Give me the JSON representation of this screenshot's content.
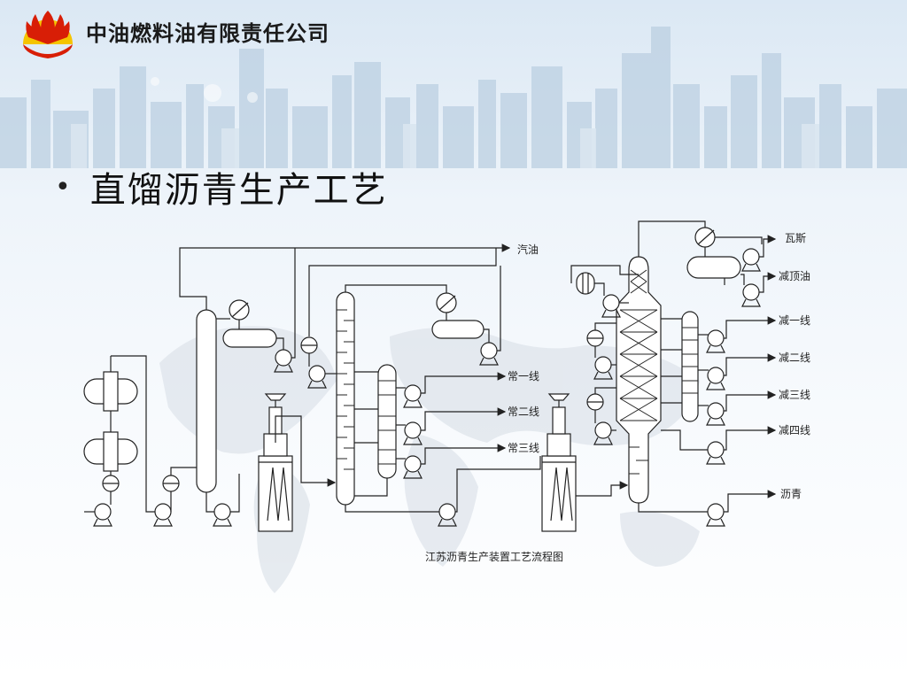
{
  "header": {
    "company_name": "中油燃料油有限责任公司",
    "logo_icon": "cnpc-petal-logo"
  },
  "slide": {
    "bullet": "•",
    "title": "直馏沥青生产工艺"
  },
  "diagram": {
    "caption": "江苏沥青生产装置工艺流程图",
    "labels": {
      "gasoline": "汽油",
      "atm_1": "常一线",
      "atm_2": "常二线",
      "atm_3": "常三线",
      "gas": "瓦斯",
      "vac_top_oil": "减顶油",
      "vac_1": "减一线",
      "vac_2": "减二线",
      "vac_3": "减三线",
      "vac_4": "减四线",
      "asphalt": "沥青"
    }
  },
  "colors": {
    "logo_red": "#d81e06",
    "logo_yellow": "#f5c400",
    "line": "#222222",
    "skyline": "#b9cde0"
  }
}
